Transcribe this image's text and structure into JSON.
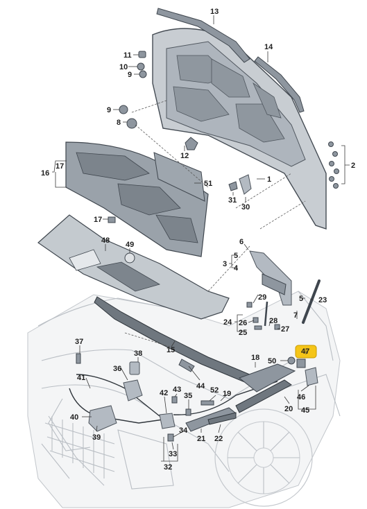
{
  "diagram": {
    "callouts": [
      "13",
      "14",
      "11",
      "10",
      "9",
      "9",
      "8",
      "12",
      "2",
      "17",
      "16",
      "51",
      "1",
      "31",
      "30",
      "17",
      "48",
      "49",
      "6",
      "5",
      "3",
      "4",
      "5",
      "23",
      "29",
      "24",
      "26",
      "28",
      "25",
      "27",
      "7",
      "15",
      "37",
      "38",
      "47",
      "18",
      "50",
      "36",
      "41",
      "44",
      "43",
      "52",
      "19",
      "42",
      "35",
      "20",
      "46",
      "45",
      "40",
      "39",
      "34",
      "21",
      "22",
      "33",
      "32"
    ]
  }
}
